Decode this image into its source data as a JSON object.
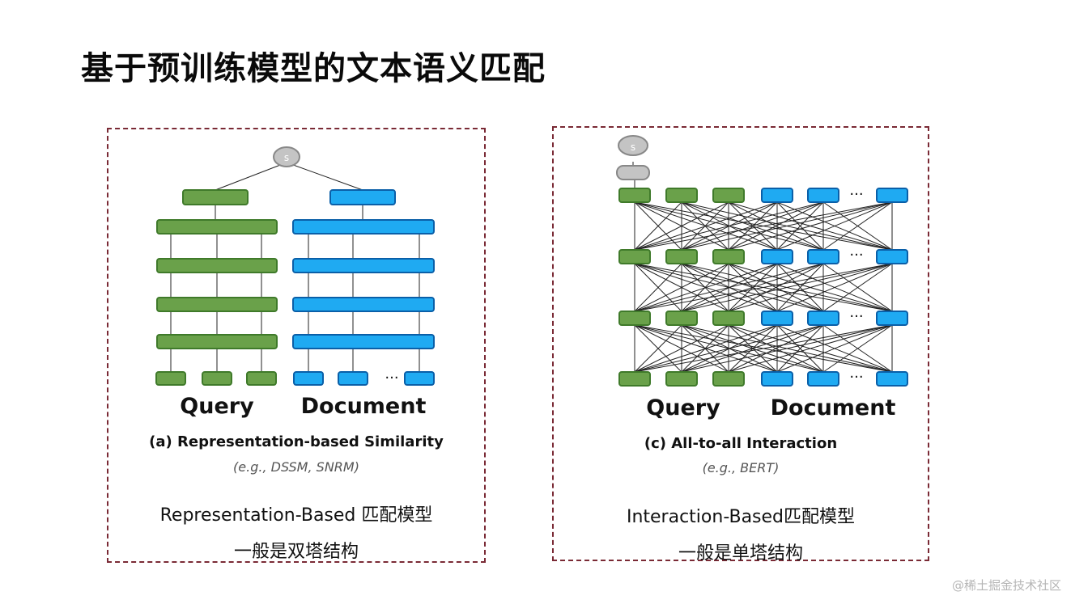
{
  "page": {
    "title": "基于预训练模型的文本语义匹配",
    "watermark": "@稀土掘金技术社区"
  },
  "colors": {
    "query": "#6aa14a",
    "query_border": "#3f7a2a",
    "document": "#1faaf2",
    "document_border": "#0a5fa8",
    "score_node": "#c4c4c4",
    "panel_border": "#7a2a35"
  },
  "left": {
    "score_symbol": "s",
    "ellipsis": "···",
    "query_label": "Query",
    "document_label": "Document",
    "caption": "(a) Representation-based Similarity",
    "examples": "(e.g., DSSM, SNRM)",
    "note_line1": "Representation-Based 匹配模型",
    "note_line2": "一般是双塔结构"
  },
  "right": {
    "score_symbol": "s",
    "ellipsis": "···",
    "query_label": "Query",
    "document_label": "Document",
    "caption": "(c) All-to-all Interaction",
    "examples": "(e.g., BERT)",
    "note_line1": "Interaction-Based匹配模型",
    "note_line2": "一般是单塔结构"
  }
}
